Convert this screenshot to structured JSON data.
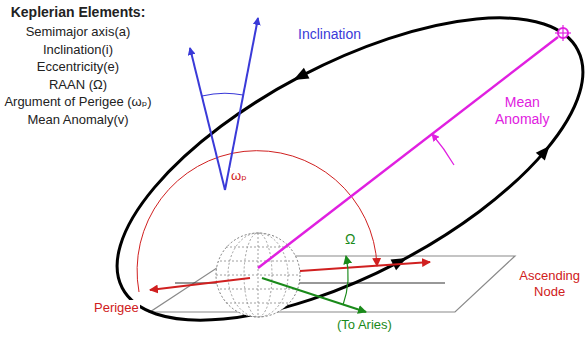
{
  "diagram": {
    "title": "Keplerian Elements:",
    "labels": [
      "Semimajor axis(a)",
      "Inclination(i)",
      "Eccentricity(e)",
      "RAAN (Ω)",
      "Argument of Perigee (ωₚ)",
      "Mean Anomaly(v)",
      "Inclination",
      "Mean Anomaly",
      "ωₚ",
      "Ascending Node",
      "Perigee",
      "Ω",
      "(To Aries)"
    ]
  }
}
